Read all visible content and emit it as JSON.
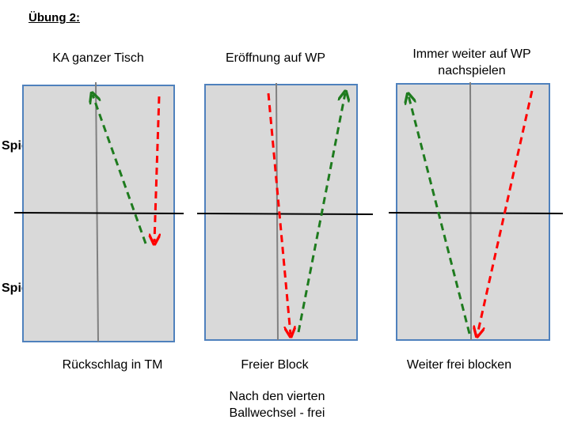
{
  "heading": "Übung 2:",
  "players": {
    "top": "Spieler B",
    "bottom": "Spieler A"
  },
  "panels": [
    {
      "title": "KA ganzer Tisch",
      "caption": "Rückschlag in TM"
    },
    {
      "title": "Eröffnung auf WP",
      "caption": "Freier Block"
    },
    {
      "title": "Immer weiter auf WP nachspielen",
      "caption": "Weiter frei blocken"
    }
  ],
  "footnote": "Nach den vierten Ballwechsel - frei",
  "colors": {
    "table_fill": "#d9d9d9",
    "table_border": "#4f81bd",
    "center_line": "#808080",
    "net": "#000000",
    "arrow_green": "#1e7b1e",
    "arrow_red": "#ff0000"
  }
}
